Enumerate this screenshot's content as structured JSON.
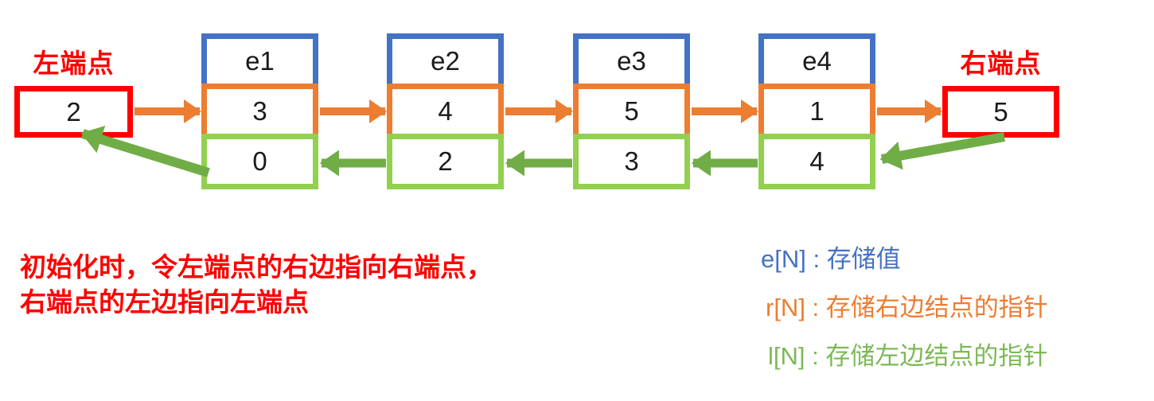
{
  "endpoints": {
    "left": {
      "label": "左端点",
      "value": "2"
    },
    "right": {
      "label": "右端点",
      "value": "5"
    }
  },
  "nodes": [
    {
      "e": "e1",
      "r": "3",
      "l": "0"
    },
    {
      "e": "e2",
      "r": "4",
      "l": "2"
    },
    {
      "e": "e3",
      "r": "5",
      "l": "3"
    },
    {
      "e": "e4",
      "r": "1",
      "l": "4"
    }
  ],
  "caption": {
    "line1": "初始化时，令左端点的右边指向右端点，",
    "line2": "右端点的左边指向左端点"
  },
  "legend": [
    {
      "term": "e[N]",
      "sep": " : ",
      "desc": "存储值"
    },
    {
      "term": "r[N]",
      "sep": " : ",
      "desc": "存储右边结点的指针"
    },
    {
      "term": "l[N]",
      "sep": " : ",
      "desc": "存储左边结点的指针"
    }
  ],
  "colors": {
    "value_cell_border": "#4472C4",
    "right_pointer_cell_border": "#ED7D31",
    "left_pointer_cell_border": "#92D050",
    "right_pointer_arrow": "#ED7D31",
    "left_pointer_arrow": "#70AD47",
    "endpoint_border": "#FF0000",
    "caption_text": "#FF0000",
    "legend_value_text": "#4472C4",
    "legend_right_text": "#ED7D31",
    "legend_left_text": "#7CB956"
  }
}
